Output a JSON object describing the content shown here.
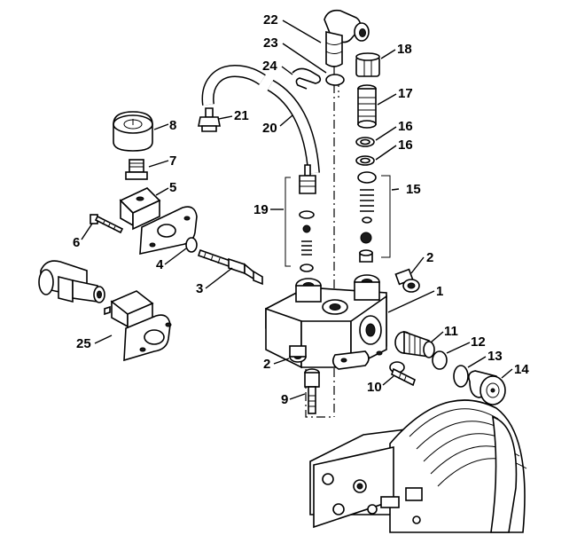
{
  "diagram": {
    "callouts": [
      {
        "id": "22",
        "text": "22"
      },
      {
        "id": "23",
        "text": "23"
      },
      {
        "id": "24",
        "text": "24"
      },
      {
        "id": "18",
        "text": "18"
      },
      {
        "id": "17",
        "text": "17"
      },
      {
        "id": "21",
        "text": "21"
      },
      {
        "id": "20",
        "text": "20"
      },
      {
        "id": "8",
        "text": "8"
      },
      {
        "id": "16a",
        "text": "16"
      },
      {
        "id": "16b",
        "text": "16"
      },
      {
        "id": "7",
        "text": "7"
      },
      {
        "id": "5",
        "text": "5"
      },
      {
        "id": "15",
        "text": "15"
      },
      {
        "id": "19",
        "text": "19"
      },
      {
        "id": "6",
        "text": "6"
      },
      {
        "id": "4",
        "text": "4"
      },
      {
        "id": "2a",
        "text": "2"
      },
      {
        "id": "3",
        "text": "3"
      },
      {
        "id": "1",
        "text": "1"
      },
      {
        "id": "25",
        "text": "25"
      },
      {
        "id": "11",
        "text": "11"
      },
      {
        "id": "12",
        "text": "12"
      },
      {
        "id": "13",
        "text": "13"
      },
      {
        "id": "14",
        "text": "14"
      },
      {
        "id": "2b",
        "text": "2"
      },
      {
        "id": "10",
        "text": "10"
      },
      {
        "id": "9",
        "text": "9"
      }
    ]
  }
}
